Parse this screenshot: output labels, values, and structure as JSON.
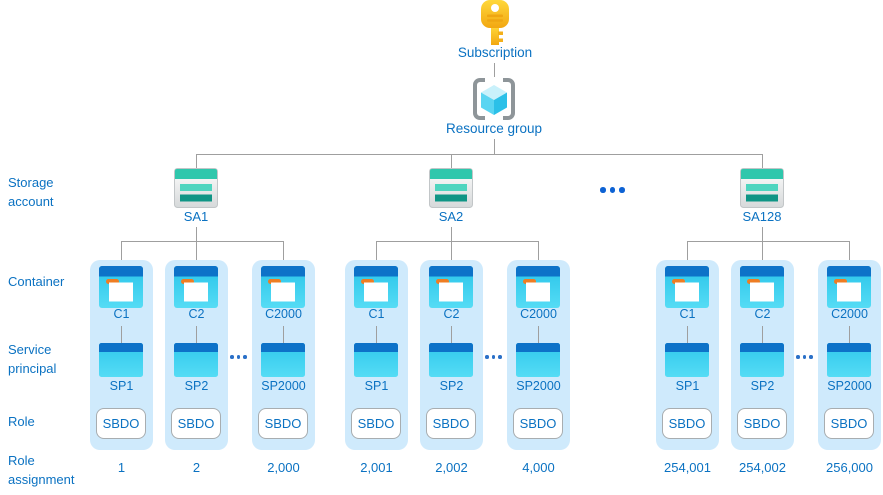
{
  "nodes": {
    "subscription": "Subscription",
    "resource_group": "Resource group"
  },
  "row_labels": {
    "storage_account": "Storage account",
    "container": "Container",
    "service_principal": "Service principal",
    "role": "Role",
    "role_assignment": "Role assignment"
  },
  "groups": [
    {
      "storage_account": "SA1",
      "cards": [
        {
          "container": "C1",
          "service_principal": "SP1",
          "role": "SBDO",
          "role_assignment": "1"
        },
        {
          "container": "C2",
          "service_principal": "SP2",
          "role": "SBDO",
          "role_assignment": "2"
        },
        {
          "container": "C2000",
          "service_principal": "SP2000",
          "role": "SBDO",
          "role_assignment": "2,000"
        }
      ]
    },
    {
      "storage_account": "SA2",
      "cards": [
        {
          "container": "C1",
          "service_principal": "SP1",
          "role": "SBDO",
          "role_assignment": "2,001"
        },
        {
          "container": "C2",
          "service_principal": "SP2",
          "role": "SBDO",
          "role_assignment": "2,002"
        },
        {
          "container": "C2000",
          "service_principal": "SP2000",
          "role": "SBDO",
          "role_assignment": "4,000"
        }
      ]
    },
    {
      "storage_account": "SA128",
      "cards": [
        {
          "container": "C1",
          "service_principal": "SP1",
          "role": "SBDO",
          "role_assignment": "254,001"
        },
        {
          "container": "C2",
          "service_principal": "SP2",
          "role": "SBDO",
          "role_assignment": "254,002"
        },
        {
          "container": "C2000",
          "service_principal": "SP2000",
          "role": "SBDO",
          "role_assignment": "256,000"
        }
      ]
    }
  ],
  "colors": {
    "label_blue": "#0b72c2",
    "card_bg": "#cfeafc",
    "connector_gray": "#9f9f9f",
    "azure_header_blue": "#0d72c8",
    "cyan_body": "#3bcfef",
    "teal_band": "#2fc7ac",
    "key_gold": "#fbc02d",
    "ellipsis_blue": "#0d62d4"
  }
}
